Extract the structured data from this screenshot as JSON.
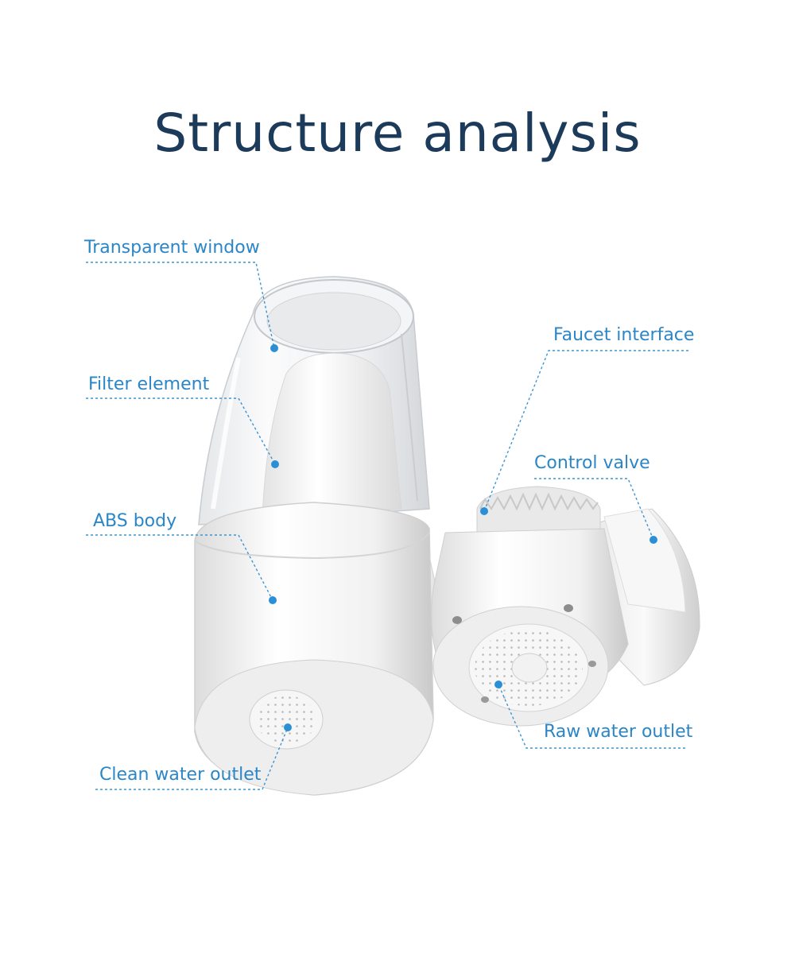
{
  "title": "Structure analysis",
  "colors": {
    "title": "#1c3a5a",
    "label": "#2a86c7",
    "leader": "#3b95d3",
    "dot": "#2b8fd6"
  },
  "labels": {
    "transparent_window": "Transparent window",
    "filter_element": "Filter element",
    "abs_body": "ABS body",
    "clean_water_outlet": "Clean water outlet",
    "faucet_interface": "Faucet interface",
    "control_valve": "Control valve",
    "raw_water_outlet": "Raw water outlet"
  }
}
